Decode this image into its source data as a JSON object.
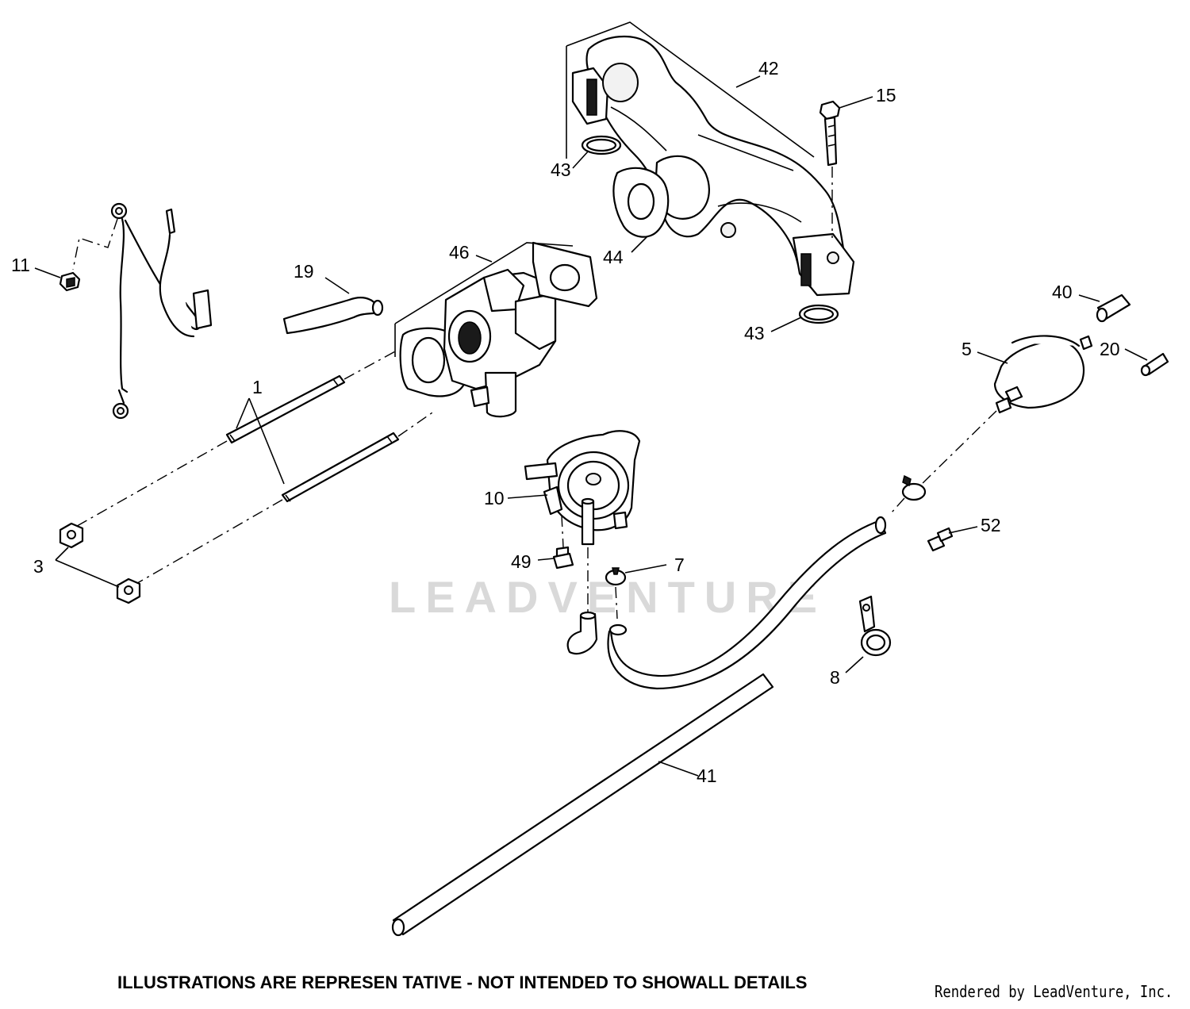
{
  "watermark": "LEADVENTURE",
  "footer": {
    "disclaimer": "ILLUSTRATIONS ARE REPRESEN TATIVE - NOT INTENDED TO SHOWALL DETAILS",
    "rendered_by": "Rendered by LeadVenture, Inc."
  },
  "callouts": {
    "c1": "1",
    "c3": "3",
    "c5": "5",
    "c7": "7",
    "c8": "8",
    "c10": "10",
    "c11": "11",
    "c15": "15",
    "c19": "19",
    "c20": "20",
    "c40": "40",
    "c41": "41",
    "c42": "42",
    "c43a": "43",
    "c43b": "43",
    "c44": "44",
    "c46": "46",
    "c49": "49",
    "c52": "52"
  }
}
